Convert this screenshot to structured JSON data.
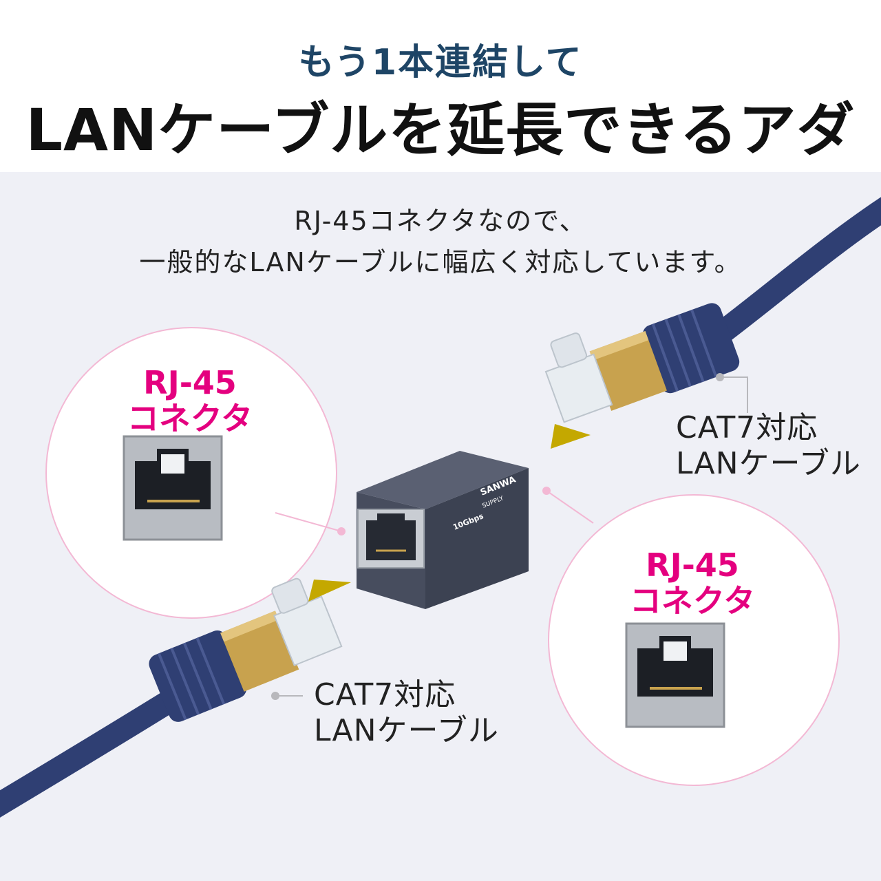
{
  "header": {
    "subtitle": "もう1本連結して",
    "title": "LANケーブルを延長できるアダプタ"
  },
  "description": {
    "line1": "RJ-45コネクタなので、",
    "line2": "一般的なLANケーブルに幅広く対応しています。"
  },
  "connector_left": {
    "title_line1": "RJ-45",
    "title_line2": "コネクタ"
  },
  "connector_right": {
    "title_line1": "RJ-45",
    "title_line2": "コネクタ"
  },
  "cable_top": {
    "line1": "CAT7対応",
    "line2": "LANケーブル"
  },
  "cable_bottom": {
    "line1": "CAT7対応",
    "line2": "LANケーブル"
  },
  "adapter": {
    "brand_line1": "SANWA",
    "brand_line2": "SUPPLY",
    "speed": "10Gbps"
  },
  "colors": {
    "accent_pink": "#e4007f",
    "navy_text": "#1e4566",
    "cable_navy": "#2f3f73",
    "plug_gold": "#c8a24e",
    "arrow_gold": "#c4a800",
    "adapter_body": "#3c4252"
  }
}
